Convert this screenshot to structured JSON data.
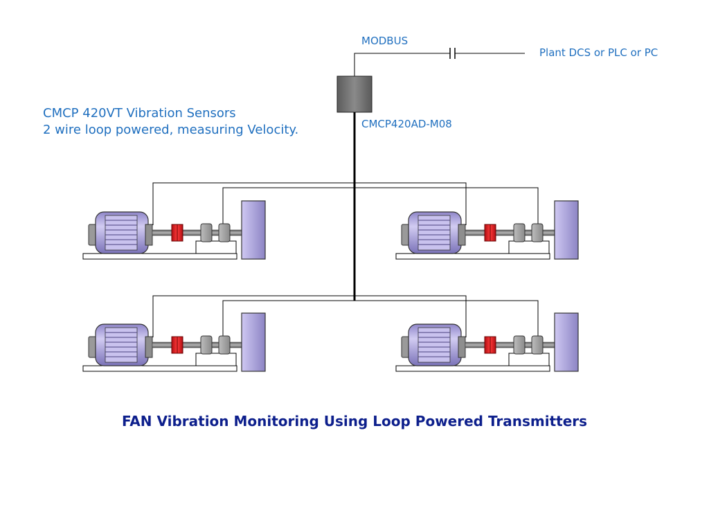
{
  "labels": {
    "modbus": "MODBUS",
    "plant_system": "Plant DCS or PLC or PC",
    "module_name": "CMCP420AD-M08",
    "sensor_line1": "CMCP 420VT Vibration Sensors",
    "sensor_line2": "2 wire loop powered, measuring Velocity."
  },
  "title": "FAN Vibration Monitoring Using Loop Powered Transmitters",
  "fan_units": [
    {
      "id": "fan-1"
    },
    {
      "id": "fan-2"
    },
    {
      "id": "fan-3"
    },
    {
      "id": "fan-4"
    }
  ],
  "colors": {
    "text_blue": "#1f6fbf",
    "title_navy": "#0d1f8c",
    "motor_fill": "#b7aee6",
    "coupling_red": "#d8141b",
    "module_gray": "#6e6e6e"
  }
}
